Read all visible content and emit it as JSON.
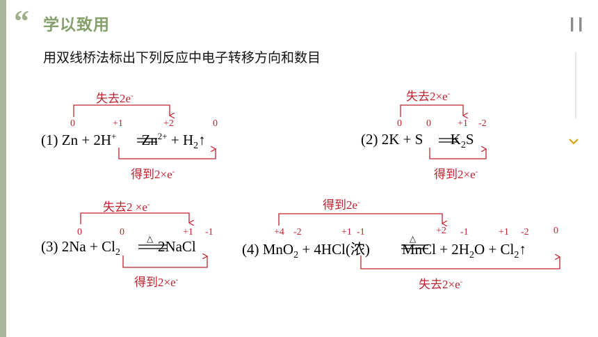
{
  "header": {
    "quote_mark": "“",
    "title": "学以致用",
    "pause_icon": "pause-icon",
    "scroll_icon": "chevron-down-icon"
  },
  "instruction": "用双线桥法标出下列反应中电子转移方向和数目",
  "colors": {
    "accent": "#86a06c",
    "red": "#c0212f",
    "side_bar": "#aab79a",
    "chevron": "#d9a400"
  },
  "eq1": {
    "num": "(1) ",
    "zn": "Zn",
    "plus1": " + 2H",
    "hplus": "+",
    "eq": " == ",
    "zn2": "Zn",
    "zn2charge": "2+",
    "plus2": " + H",
    "h2sub": "2",
    "arrow": "↑",
    "ox": {
      "zn": "0",
      "h": "+1",
      "zn2": "+2",
      "h2": "0"
    },
    "lose": {
      "text": "失去2e",
      "sup": "-"
    },
    "gain": {
      "text": "得到2×e",
      "sup": "-"
    }
  },
  "eq2": {
    "num": "(2) ",
    "k": "2K",
    "plus": " + S ",
    "eq": "== ",
    "k2": "K",
    "k2sub": "2",
    "s": "S",
    "ox": {
      "k": "0",
      "s": "0",
      "k2": "+1",
      "s2": "-2"
    },
    "lose": {
      "text": "失去2×e",
      "sup": "-"
    },
    "gain": {
      "text": "得到2×e",
      "sup": "-"
    }
  },
  "eq3": {
    "num": "(3) ",
    "na": "2Na",
    "plus": " + Cl",
    "cl2sub": "2",
    "cond": "△",
    "nacl": "2NaCl",
    "ox": {
      "na": "0",
      "cl": "0",
      "na2": "+1",
      "cl2": "-1"
    },
    "lose": {
      "text": "失去2 ×e",
      "sup": "-"
    },
    "gain": {
      "text": "得到2×e",
      "sup": "-"
    }
  },
  "eq4": {
    "num": "(4) ",
    "mno": "MnO",
    "mnosub": "2",
    "plus1": " + 4HCl(浓)",
    "cond": "△",
    "mncl": "MnCl",
    "plus2": " + 2H",
    "h2osub": "2",
    "o": "O + Cl",
    "cl2sub": "2",
    "arrow": "↑",
    "ox": {
      "mn": "+4",
      "o": "-2",
      "h": "+1",
      "cl": "-1",
      "mn2": "+2",
      "cl3": "-1",
      "h2": "+1",
      "o2": "-2",
      "cl2": "0"
    },
    "gain": {
      "text": "得到2e",
      "sup": "-"
    },
    "lose": {
      "text": "失去2×e",
      "sup": "-"
    }
  }
}
